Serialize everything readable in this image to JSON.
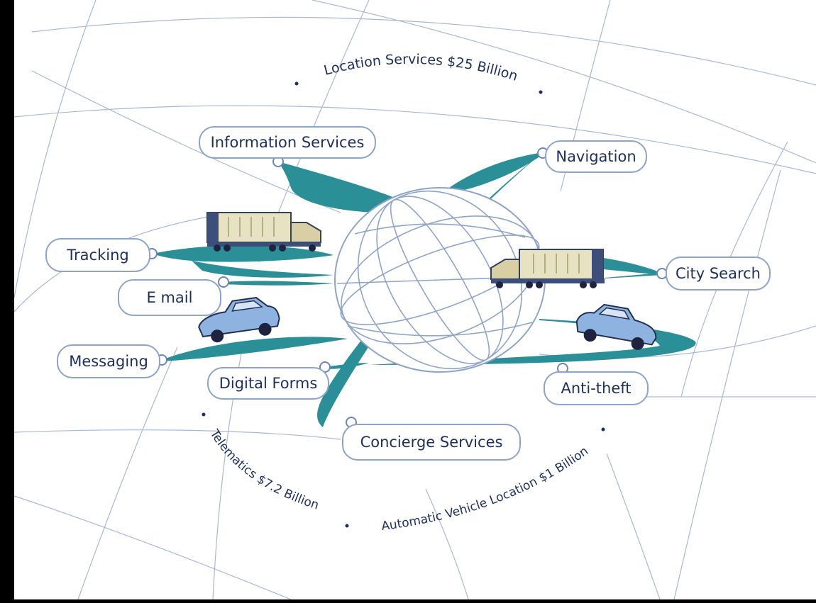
{
  "colors": {
    "background": "#000000",
    "canvas": "#ffffff",
    "grid_line": "#9fb1cf",
    "ribbon": "#2a8f96",
    "label_text": "#1c2f5e",
    "pill_border": "#8da4c6",
    "vehicle_blue": "#8fb3e0",
    "truck_trailer": "#e6e2c2"
  },
  "header_arc": {
    "text": "Location Services $25 Billion"
  },
  "footer_arc": {
    "left_text": "Telematics $7.2 Billion",
    "right_text": "Automatic Vehicle Location $1 Billion"
  },
  "nodes": {
    "information_services": "Information Services",
    "navigation": "Navigation",
    "tracking": "Tracking",
    "city_search": "City Search",
    "email": "E mail",
    "messaging": "Messaging",
    "digital_forms": "Digital Forms",
    "anti_theft": "Anti-theft",
    "concierge_services": "Concierge Services"
  },
  "icons": {
    "globe": "globe-icon",
    "truck": "truck-icon",
    "car": "car-icon"
  }
}
